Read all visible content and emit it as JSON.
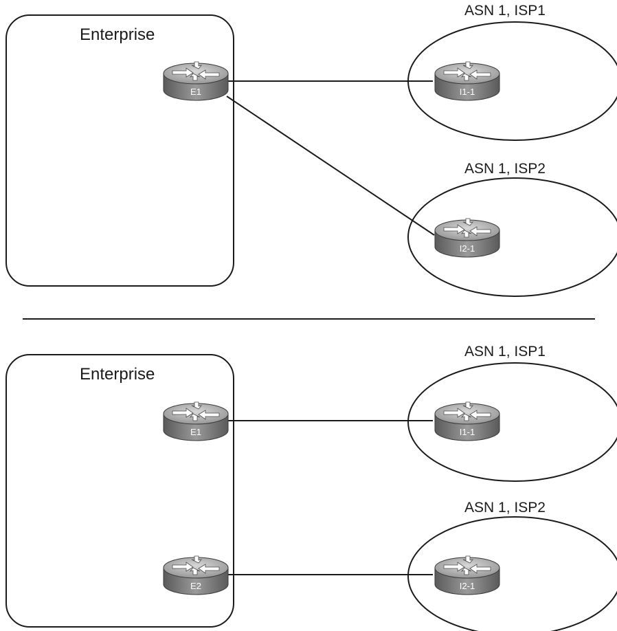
{
  "top": {
    "enterprise_label": "Enterprise",
    "isp1_label": "ASN 1, ISP1",
    "isp2_label": "ASN 1, ISP2",
    "routers": {
      "e1": "E1",
      "i1": "I1-1",
      "i2": "I2-1"
    }
  },
  "bottom": {
    "enterprise_label": "Enterprise",
    "isp1_label": "ASN 1, ISP1",
    "isp2_label": "ASN 1, ISP2",
    "routers": {
      "e1": "E1",
      "e2": "E2",
      "i1": "I1-1",
      "i2": "I2-1"
    }
  },
  "colors": {
    "line": "#1a1a1a",
    "router_top": "#9a9a9a",
    "router_side": "#6e6e6e"
  },
  "icons": {
    "router": "router-icon"
  }
}
